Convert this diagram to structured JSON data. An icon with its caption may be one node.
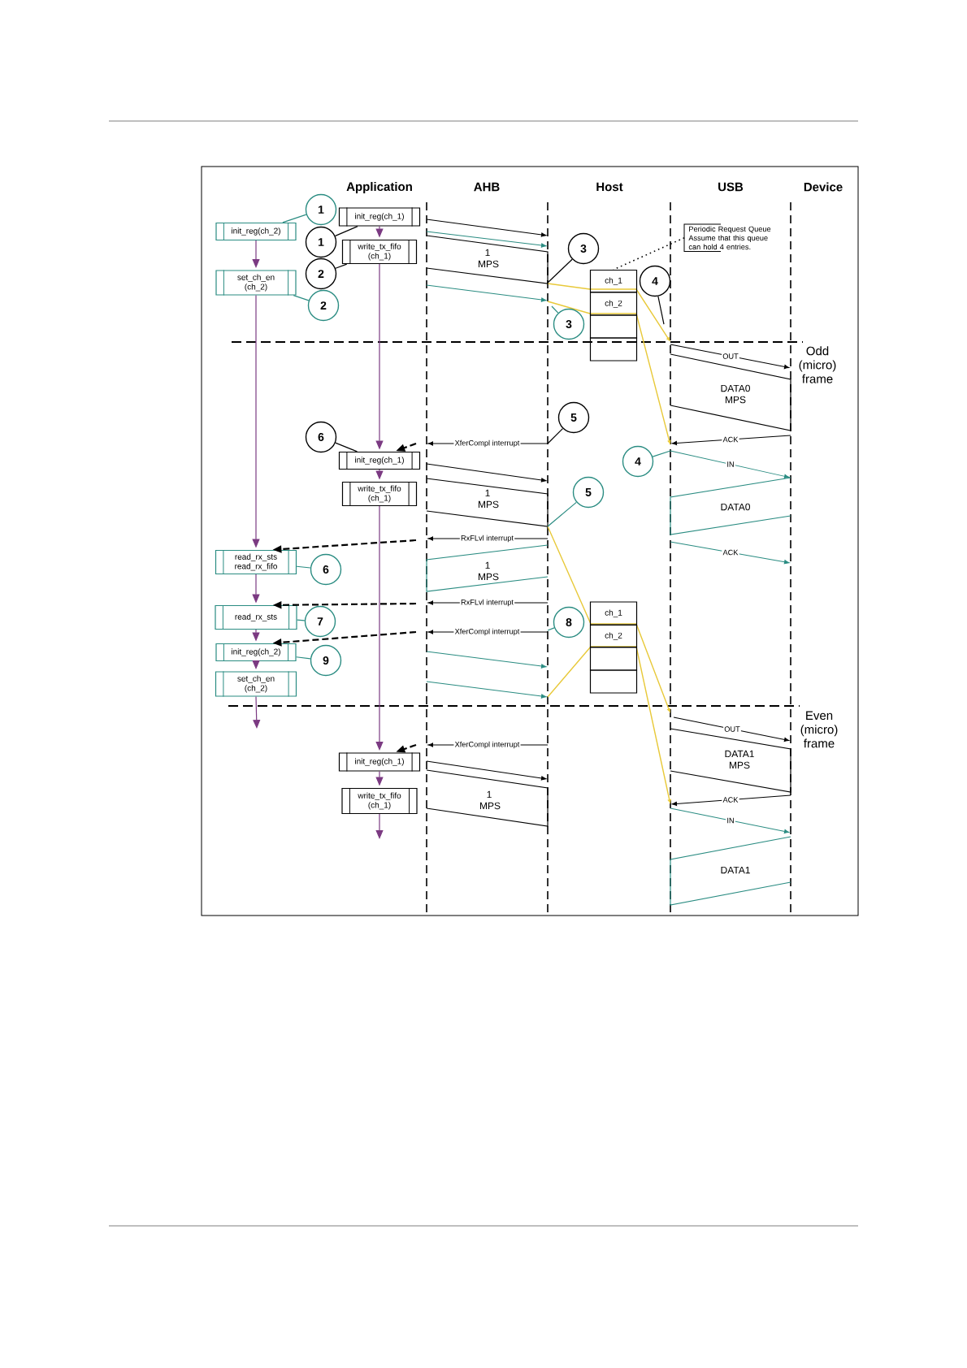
{
  "diagram": {
    "nodes": [
      {
        "text": [
          "1"
        ]
      },
      {
        "text": [
          "init_reg(ch_1)"
        ]
      },
      {
        "text": [
          "init_reg(ch_2)"
        ]
      },
      {
        "text": [
          "1"
        ]
      },
      {
        "text": [
          "write_tx_fifo (ch_1)"
        ]
      },
      {
        "text": [
          "2"
        ]
      },
      {
        "text": [
          "set_ch_en (ch_2)"
        ]
      },
      {
        "text": [
          "2"
        ]
      },
      {
        "text": [
          "3"
        ]
      },
      {
        "text": [
          "Periodic Request Queue",
          "Assume that this queue can hold 4 entries."
        ]
      },
      {
        "text": [
          "ch_1"
        ]
      },
      {
        "text": [
          "ch_2"
        ]
      },
      {
        "text": [],
        "shape": "box"
      },
      {
        "text": [],
        "shape": "box"
      },
      {
        "text": [
          "4"
        ]
      },
      {
        "text": [
          "3"
        ]
      },
      {
        "text": [
          "5"
        ]
      },
      {
        "text": [
          "6"
        ]
      },
      {
        "text": [
          "init_reg(ch_1)"
        ]
      },
      {
        "text": [
          "4"
        ]
      },
      {
        "text": [
          "write_tx_fifo (ch_1)"
        ]
      },
      {
        "text": [
          "5"
        ]
      },
      {
        "text": [
          "read_rx_sts read_rx_fifo"
        ]
      },
      {
        "text": [
          "6"
        ]
      },
      {
        "text": [
          "read_rx_sts"
        ]
      },
      {
        "text": [
          "7"
        ]
      },
      {
        "text": [
          "ch_1"
        ]
      },
      {
        "text": [
          "8"
        ]
      },
      {
        "text": [
          "ch_2"
        ]
      },
      {
        "text": [
          "init_reg(ch_2)"
        ]
      },
      {
        "text": [
          "9"
        ]
      },
      {
        "text": [],
        "shape": "box"
      },
      {
        "text": [],
        "shape": "box"
      },
      {
        "text": [
          "set_ch_en (ch_2)"
        ]
      },
      {
        "text": [
          "init_reg(ch_1)"
        ]
      },
      {
        "text": [
          "write_tx_fifo (ch_1)"
        ]
      }
    ],
    "edges": [
      {
        "from": 1,
        "to": 4,
        "arrow": "to",
        "color": "#7b3a82"
      },
      {
        "from": 4,
        "to": 18,
        "arrow": "to",
        "color": "#7b3a82"
      },
      {
        "from": 18,
        "to": 20,
        "arrow": "to",
        "color": "#7b3a82"
      },
      {
        "from": 20,
        "to": 34,
        "arrow": "to",
        "color": "#7b3a82"
      },
      {
        "from": 34,
        "to": 35,
        "arrow": "to",
        "color": "#7b3a82"
      },
      {
        "from": 35,
        "to": null,
        "arrow": "to",
        "color": "#7b3a82"
      },
      {
        "from": 2,
        "to": 6,
        "arrow": "to",
        "color": "#7b3a82"
      },
      {
        "from": 6,
        "to": 22,
        "arrow": "to",
        "color": "#7b3a82"
      },
      {
        "from": 22,
        "to": 24,
        "arrow": "to",
        "color": "#7b3a82"
      },
      {
        "from": 24,
        "to": 29,
        "arrow": "to",
        "color": "#7b3a82"
      },
      {
        "from": 29,
        "to": 33,
        "arrow": "to",
        "color": "#7b3a82"
      },
      {
        "from": 33,
        "to": null,
        "arrow": "to",
        "color": "#7b3a82"
      },
      {
        "from": null,
        "to": 18,
        "arrow": "to",
        "style": "dashed",
        "color": "#000000"
      },
      {
        "from": null,
        "to": 22,
        "arrow": "to",
        "style": "dashed",
        "color": "#000000"
      },
      {
        "from": null,
        "to": 24,
        "arrow": "to",
        "style": "dashed",
        "color": "#000000"
      },
      {
        "from": null,
        "to": 29,
        "arrow": "to",
        "style": "dashed",
        "color": "#000000"
      },
      {
        "from": null,
        "to": 34,
        "arrow": "to",
        "style": "dashed",
        "color": "#000000"
      },
      {
        "from": 0,
        "to": 2,
        "arrow": "none",
        "color": "#2a8c82"
      },
      {
        "from": 3,
        "to": 1,
        "arrow": "none",
        "color": "#000000"
      },
      {
        "from": 5,
        "to": 4,
        "arrow": "none",
        "color": "#000000"
      },
      {
        "from": 7,
        "to": 6,
        "arrow": "none",
        "color": "#2a8c82"
      },
      {
        "from": 8,
        "to": null,
        "arrow": "none",
        "color": "#000000"
      },
      {
        "from": 9,
        "to": 10,
        "arrow": "none",
        "style": "dashed",
        "color": "#000000"
      },
      {
        "from": 14,
        "to": null,
        "arrow": "none",
        "color": "#000000"
      },
      {
        "from": 15,
        "to": null,
        "arrow": "none",
        "color": "#2a8c82"
      },
      {
        "from": 16,
        "to": null,
        "arrow": "none",
        "color": "#000000"
      },
      {
        "from": 17,
        "to": 18,
        "arrow": "none",
        "color": "#000000"
      },
      {
        "from": 19,
        "to": null,
        "arrow": "none",
        "color": "#2a8c82"
      },
      {
        "from": 21,
        "to": null,
        "arrow": "none",
        "color": "#2a8c82"
      },
      {
        "from": 23,
        "to": 22,
        "arrow": "none",
        "color": "#2a8c82"
      },
      {
        "from": 25,
        "to": 24,
        "arrow": "none",
        "color": "#2a8c82"
      },
      {
        "from": 27,
        "to": null,
        "arrow": "none",
        "color": "#2a8c82"
      },
      {
        "from": 30,
        "to": 29,
        "arrow": "none",
        "color": "#2a8c82"
      }
    ],
    "labels": [
      "Application",
      "AHB",
      "Host",
      "USB",
      "Device",
      "1 MPS",
      "Odd (micro) frame",
      "OUT",
      "DATA0 MPS",
      "XferCompl interrupt",
      "ACK",
      "IN",
      "1 MPS",
      "DATA0",
      "RxFLvl interrupt",
      "ACK",
      "1 MPS",
      "RxFLvl interrupt",
      "XferCompl interrupt",
      "Even (micro) frame",
      "OUT",
      "XferCompl interrupt",
      "DATA1 MPS",
      "1 MPS",
      "ACK",
      "IN",
      "DATA1"
    ]
  }
}
